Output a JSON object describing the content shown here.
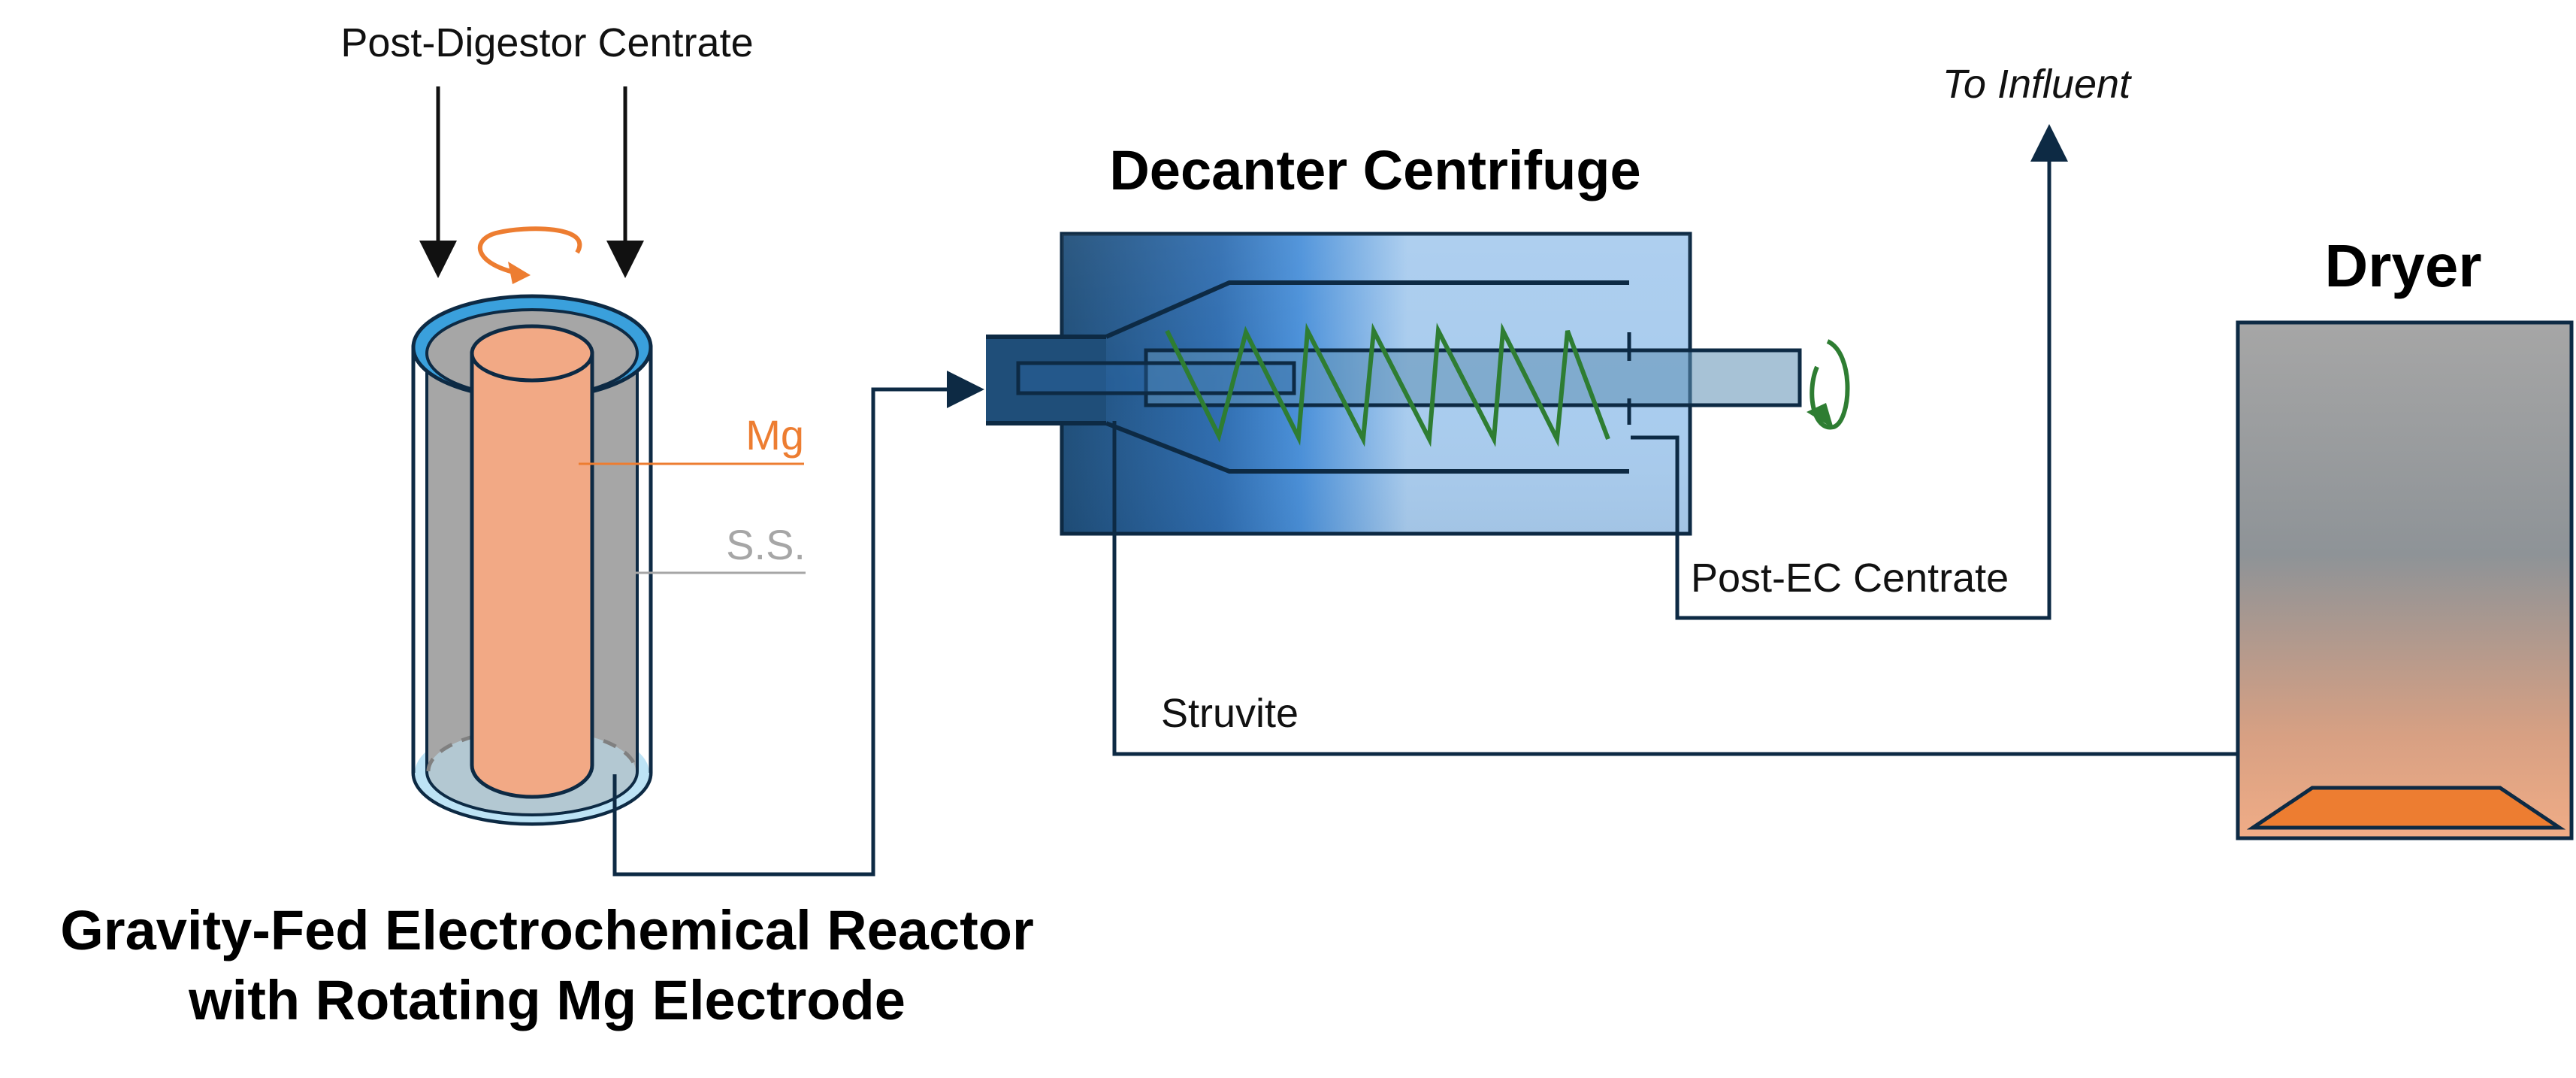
{
  "labels": {
    "inlet": "Post-Digestor Centrate",
    "mg": "Mg",
    "ss": "S.S.",
    "reactor_line1": "Gravity-Fed Electrochemical Reactor",
    "reactor_line2": "with Rotating Mg Electrode",
    "centrifuge": "Decanter Centrifuge",
    "post_ec": "Post-EC Centrate",
    "to_influent": "To Influent",
    "struvite": "Struvite",
    "dryer": "Dryer"
  },
  "colors": {
    "mg": "#ED7D31",
    "ss": "#A6A6A6",
    "flow_line": "#0D2A44",
    "screw": "#2E7D32",
    "reactor_fluid": "#BDE3F5",
    "centrifuge_dark": "#1F4E79",
    "centrifuge_light": "#A9CCEE",
    "struvite_product": "#ED7D31"
  }
}
